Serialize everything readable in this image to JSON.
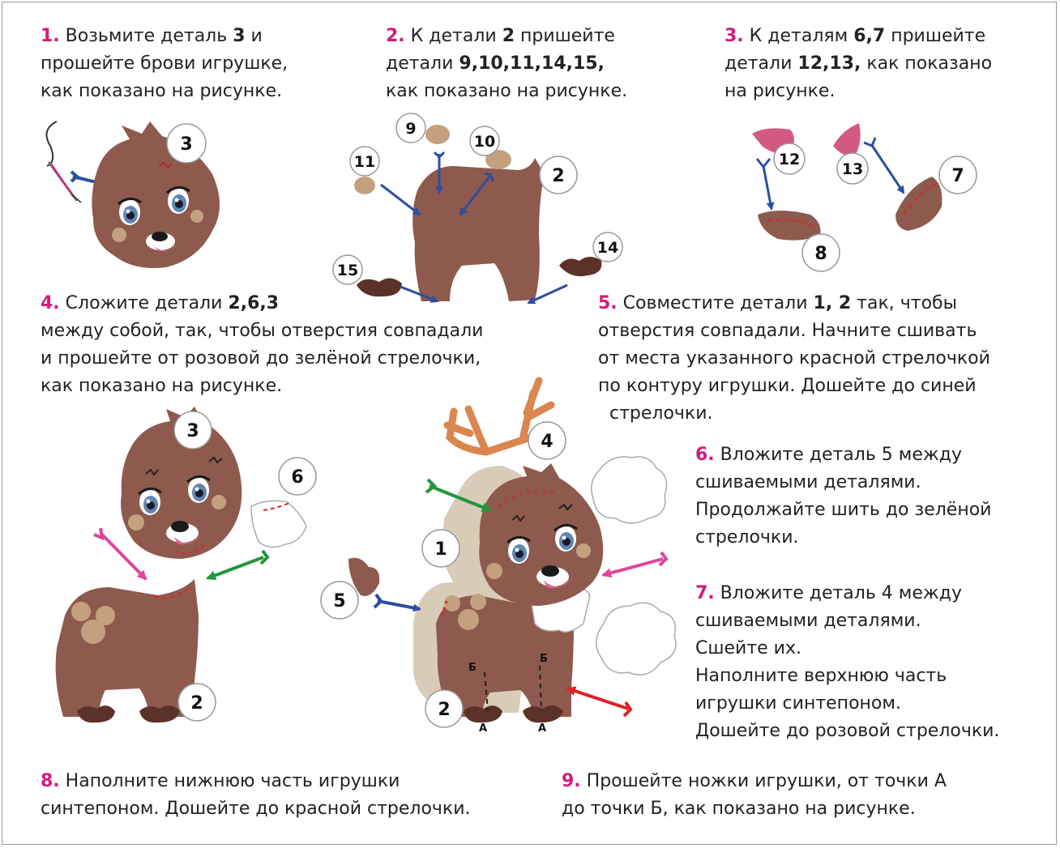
{
  "steps": [
    {
      "num": "1.",
      "lines": [
        [
          "Возьмите деталь ",
          {
            "b": "3"
          },
          " и"
        ],
        [
          "прошейте брови игрушке,"
        ],
        [
          "как показано на рисунке."
        ]
      ]
    },
    {
      "num": "2.",
      "lines": [
        [
          "К детали ",
          {
            "b": "2"
          },
          " пришейте"
        ],
        [
          "детали ",
          {
            "b": "9,10,11,14,15,"
          }
        ],
        [
          "как показано на рисунке."
        ]
      ]
    },
    {
      "num": "3.",
      "lines": [
        [
          "К деталям ",
          {
            "b": "6,7"
          },
          " пришейте"
        ],
        [
          "детали ",
          {
            "b": "12,13,"
          },
          " как показано"
        ],
        [
          "на рисунке."
        ]
      ]
    },
    {
      "num": "4.",
      "lines": [
        [
          "Сложите детали ",
          {
            "b": "2,6,3"
          }
        ],
        [
          "между собой, так, чтобы отверстия совпадали"
        ],
        [
          "и прошейте от розовой до зелёной стрелочки,"
        ],
        [
          "как показано на рисунке."
        ]
      ]
    },
    {
      "num": "5.",
      "lines": [
        [
          "Совместите детали ",
          {
            "b": "1, 2"
          },
          " так, чтобы"
        ],
        [
          "отверстия совпадали. Начните сшивать"
        ],
        [
          "от места указанного красной стрелочкой"
        ],
        [
          "по контуру игрушки. Дошейте до синей"
        ],
        [
          "  стрелочки."
        ]
      ]
    },
    {
      "num": "6.",
      "lines": [
        [
          "Вложите деталь 5 между"
        ],
        [
          "сшиваемыми деталями."
        ],
        [
          "Продолжайте шить до зелёной"
        ],
        [
          "стрелочки."
        ]
      ]
    },
    {
      "num": "7.",
      "lines": [
        [
          "Вложите деталь 4 между"
        ],
        [
          "сшиваемыми деталями."
        ],
        [
          "Сшейте их."
        ],
        [
          "Наполните верхнюю часть"
        ],
        [
          "игрушки синтепоном."
        ],
        [
          "Дошейте до розовой стрелочки."
        ]
      ]
    },
    {
      "num": "8.",
      "lines": [
        [
          "Наполните нижнюю часть игрушки"
        ],
        [
          "синтепоном. Дошейте до красной стрелочки."
        ]
      ]
    },
    {
      "num": "9.",
      "lines": [
        [
          "Прошейте ножки игрушки, от точки А"
        ],
        [
          "до точки Б, как показано на рисунке."
        ]
      ]
    }
  ],
  "part_labels": {
    "s1_head": "3",
    "s2_body": "2",
    "s2_p9": "9",
    "s2_p10": "10",
    "s2_p11": "11",
    "s2_p14": "14",
    "s2_p15": "15",
    "s3_p12": "12",
    "s3_p13": "13",
    "s3_p7": "7",
    "s3_p8": "8",
    "s4_head": "3",
    "s4_p6": "6",
    "s4_body": "2",
    "s5_antler": "4",
    "s5_back": "1",
    "s5_tail": "5",
    "s5_body": "2"
  },
  "point_labels": {
    "b_left": "Б",
    "b_right": "Б",
    "a_left": "А",
    "a_right": "А"
  },
  "colors": {
    "accent_number": "#d6197b",
    "felt_brown": "#8e5a4e",
    "spot_tan": "#c4a07e",
    "hoof_dark": "#5b3128",
    "ear_pink": "#d45a86",
    "arrow_blue": "#2b4fa0",
    "arrow_green": "#22963a",
    "arrow_pink": "#e0459a",
    "arrow_red": "#e0202a",
    "antler_orange": "#d9874f",
    "back_beige": "#d8ccb8"
  }
}
